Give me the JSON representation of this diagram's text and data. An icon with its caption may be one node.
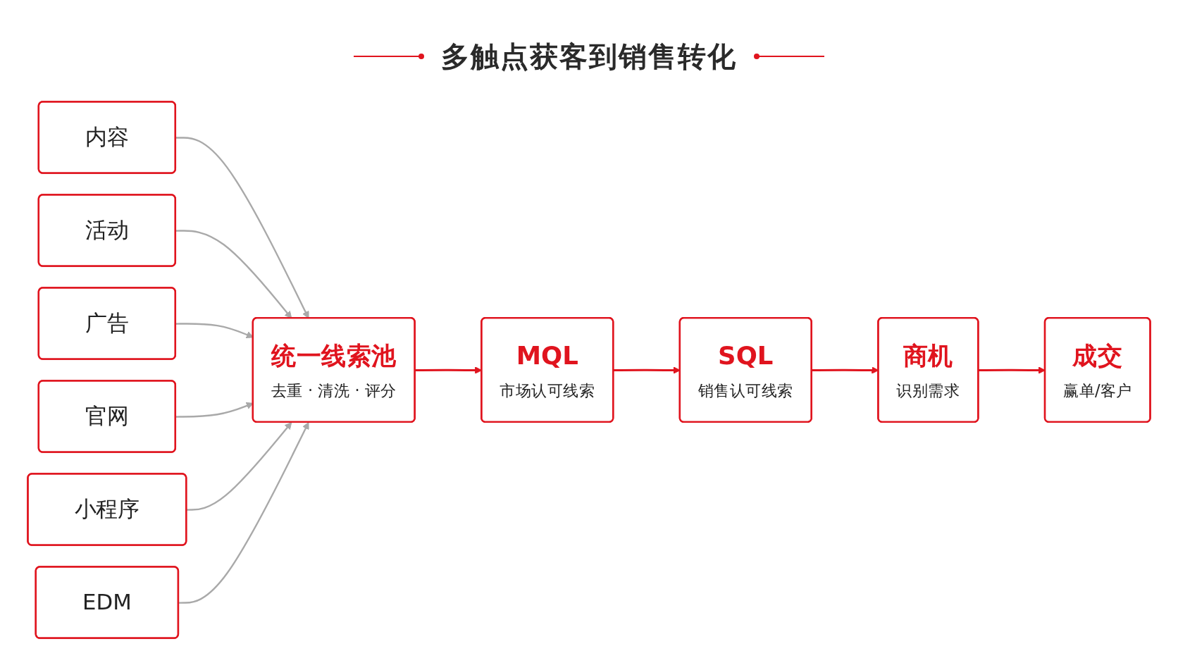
{
  "diagram": {
    "title": "多触点获客到销售转化",
    "nodes": [
      {
        "text": [
          "内容"
        ]
      },
      {
        "text": [
          "活动"
        ]
      },
      {
        "text": [
          "广告"
        ]
      },
      {
        "text": [
          "官网"
        ]
      },
      {
        "text": [
          "小程序"
        ]
      },
      {
        "text": [
          "EDM"
        ]
      },
      {
        "text": [
          "统一线索池",
          "去重 · 清洗 · 评分"
        ]
      },
      {
        "text": [
          "MQL",
          "市场认可线索"
        ]
      },
      {
        "text": [
          "SQL",
          "销售认可线索"
        ]
      },
      {
        "text": [
          "商机",
          "识别需求"
        ]
      },
      {
        "text": [
          "成交",
          "赢单/客户"
        ]
      }
    ],
    "edges": [
      {
        "from": 0,
        "to": 6,
        "arrow": "to"
      },
      {
        "from": 1,
        "to": 6,
        "arrow": "to"
      },
      {
        "from": 2,
        "to": 6,
        "arrow": "to"
      },
      {
        "from": 3,
        "to": 6,
        "arrow": "to"
      },
      {
        "from": 4,
        "to": 6,
        "arrow": "to"
      },
      {
        "from": 5,
        "to": 6,
        "arrow": "to"
      },
      {
        "from": 6,
        "to": 7,
        "arrow": "to",
        "color": "#e0141e"
      },
      {
        "from": 7,
        "to": 8,
        "arrow": "to",
        "color": "#e0141e"
      },
      {
        "from": 8,
        "to": 9,
        "arrow": "to",
        "color": "#e0141e"
      },
      {
        "from": 9,
        "to": 10,
        "arrow": "to",
        "color": "#e0141e"
      }
    ]
  }
}
